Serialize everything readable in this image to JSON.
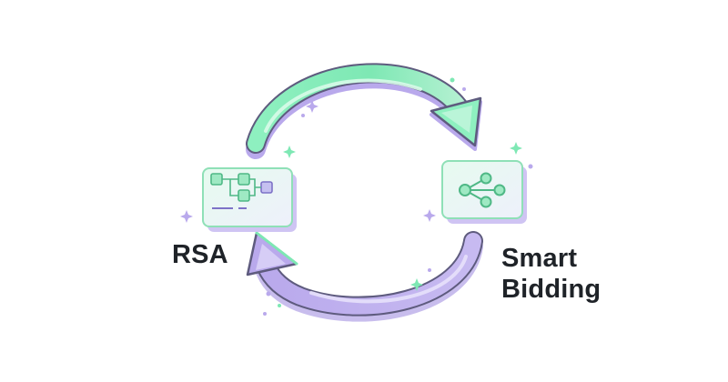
{
  "nodes": {
    "rsa": {
      "label": "RSA",
      "icon": "flowchart-icon"
    },
    "smart_bidding": {
      "label_line1": "Smart",
      "label_line2": "Bidding",
      "icon": "share-network-icon"
    }
  },
  "colors": {
    "mint": "#7ee8b4",
    "mint_dark": "#5ccf97",
    "lavender": "#b9a9ec",
    "lavender_dark": "#9a87de",
    "card_fill": "#e9fbf1",
    "card_shadow": "#cfc4f3",
    "outline": "#5e5b7e",
    "text": "#1f2328"
  }
}
